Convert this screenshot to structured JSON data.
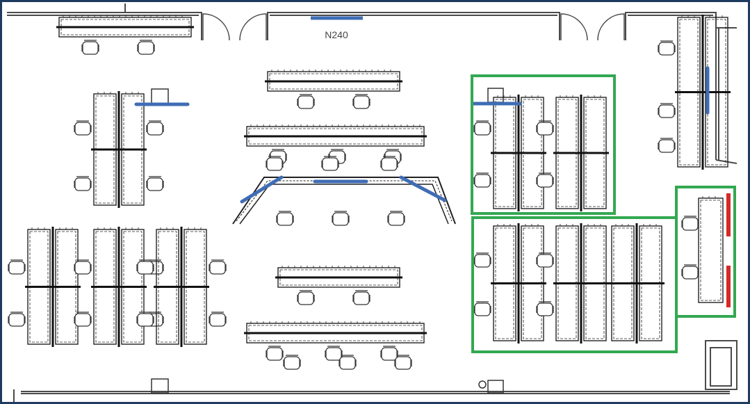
{
  "room": {
    "label": "N240"
  },
  "colors": {
    "frame": "#1f3a5f",
    "wall": "#4a4a4a",
    "desk": "#222222",
    "chair": "#333333",
    "blue_marker": "#3f6db5",
    "red_marker": "#d42a2a",
    "zone_outline": "#33a852"
  },
  "highlight_zones": [
    {
      "name": "zone-upper-right-pod"
    },
    {
      "name": "zone-lower-right-pods"
    },
    {
      "name": "zone-east-wall-pod"
    }
  ],
  "icons": [
    "door-swing-icon",
    "chair-icon",
    "wall-segment",
    "column-icon"
  ]
}
